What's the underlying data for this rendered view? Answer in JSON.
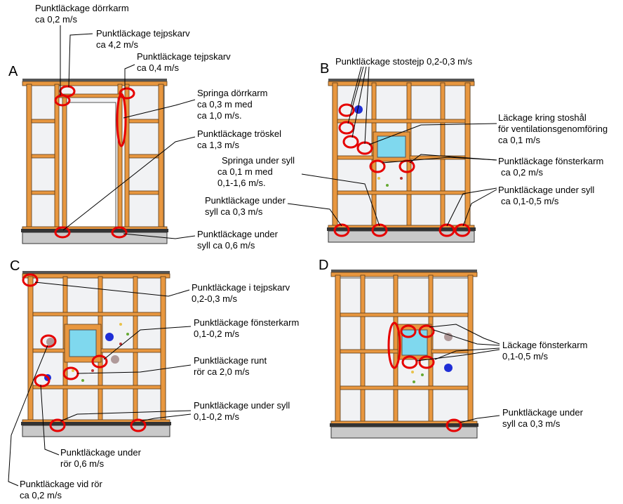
{
  "panels": {
    "a": {
      "letter": "A",
      "labels": [
        [
          "Punktläckage dörrkarm",
          "ca 0,2 m/s"
        ],
        [
          "Punktläckage tejpskarv",
          "ca 4,2 m/s"
        ],
        [
          "Punktläckage tejpskarv",
          "ca 0,4 m/s"
        ],
        [
          "Springa dörrkarm",
          "ca 0,3 m med",
          "ca 1,0 m/s."
        ],
        [
          "Punktläckage tröskel",
          "ca 1,3 m/s"
        ],
        [
          "Punktläckage under",
          "syll ca 0,6 m/s"
        ]
      ]
    },
    "b": {
      "letter": "B",
      "labels": [
        [
          "Punktläckage stostejp 0,2-0,3 m/s"
        ],
        [
          "Läckage kring stoshål",
          "för ventilationsgenomföring",
          "ca 0,1 m/s"
        ],
        [
          "Springa under syll",
          "ca 0,1 m med",
          "0,1-1,6 m/s."
        ],
        [
          "Punktläckage fönsterkarm",
          "ca 0,2 m/s"
        ],
        [
          "Punktläckage under",
          "syll ca 0,3 m/s"
        ],
        [
          "Punktläckage under syll",
          "ca 0,1-0,5 m/s"
        ]
      ]
    },
    "c": {
      "letter": "C",
      "labels": [
        [
          "Punktläckage i tejpskarv",
          "0,2-0,3 m/s"
        ],
        [
          "Punktläckage fönsterkarm",
          "0,1-0,2 m/s"
        ],
        [
          "Punktläckage runt",
          "rör ca 2,0 m/s"
        ],
        [
          "Punktläckage under syll",
          "0,1-0,2 m/s"
        ],
        [
          "Punktläckage under",
          "rör 0,6 m/s"
        ],
        [
          "Punktläckage vid rör",
          "ca 0,2 m/s"
        ]
      ]
    },
    "d": {
      "letter": "D",
      "labels": [
        [
          "Läckage fönsterkarm",
          "0,1-0,5 m/s"
        ],
        [
          "Punktläckage under",
          "syll ca 0,3 m/s"
        ]
      ]
    }
  },
  "colors": {
    "stud": "#e8973f",
    "leak_marker": "#e60000",
    "window_glass": "#7fd8ee",
    "wall_sheet": "#f1f2f4",
    "pipe_blue": "#1f2ed6",
    "pipe_grey": "#b09a9a"
  }
}
